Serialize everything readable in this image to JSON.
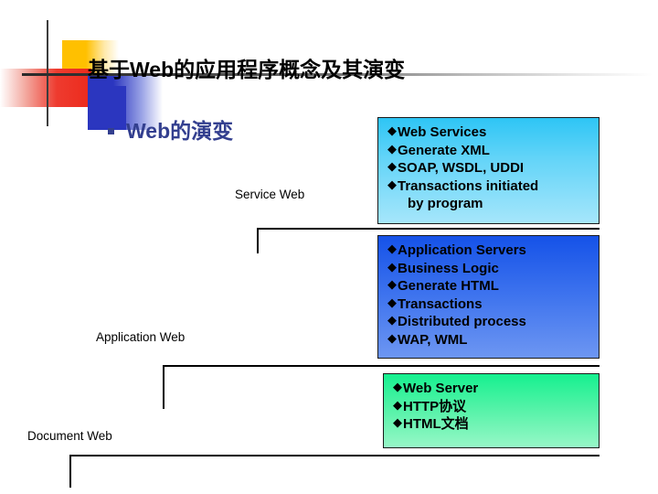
{
  "slide": {
    "title": "基于Web的应用程序概念及其演变",
    "subtitle": "Web的演变",
    "subtitle_bullet": "square-bullet"
  },
  "decoration": {
    "logo_name": "powerpoint-corner-logo",
    "colors": {
      "yellow": "#ffc000",
      "red": "#ee3b2f",
      "blue": "#2b36bf",
      "crosshair": "#3d3d3d",
      "divider": "#2a2a2a"
    }
  },
  "tiers": [
    {
      "label": "Service Web",
      "box_name": "web-services-box",
      "accent": "#2ec5f5",
      "items": [
        {
          "text": "Web Services",
          "bullet": "diamond",
          "continuation": false
        },
        {
          "text": "Generate XML",
          "bullet": "diamond",
          "continuation": false
        },
        {
          "text": "SOAP, WSDL, UDDI",
          "bullet": "diamond",
          "continuation": false
        },
        {
          "text": "Transactions initiated",
          "bullet": "diamond",
          "continuation": false
        },
        {
          "text": "by program",
          "bullet": "",
          "continuation": true
        }
      ]
    },
    {
      "label": "Application Web",
      "box_name": "application-servers-box",
      "accent": "#1552e8",
      "items": [
        {
          "text": "Application Servers",
          "bullet": "diamond",
          "continuation": false
        },
        {
          "text": "Business Logic",
          "bullet": "diamond",
          "continuation": false
        },
        {
          "text": "Generate HTML",
          "bullet": "diamond",
          "continuation": false
        },
        {
          "text": "Transactions",
          "bullet": "diamond",
          "continuation": false
        },
        {
          "text": "Distributed process",
          "bullet": "diamond",
          "continuation": false
        },
        {
          "text": "WAP, WML",
          "bullet": "diamond",
          "continuation": false
        }
      ]
    },
    {
      "label": "Document Web",
      "box_name": "web-server-box",
      "accent": "#16f08f",
      "items": [
        {
          "text": "Web Server",
          "bullet": "diamond",
          "continuation": false
        },
        {
          "text": "HTTP协议",
          "bullet": "diamond",
          "continuation": false
        },
        {
          "text": "HTML文档",
          "bullet": "diamond",
          "continuation": false
        }
      ]
    }
  ],
  "glyphs": {
    "diamond": "◆"
  }
}
